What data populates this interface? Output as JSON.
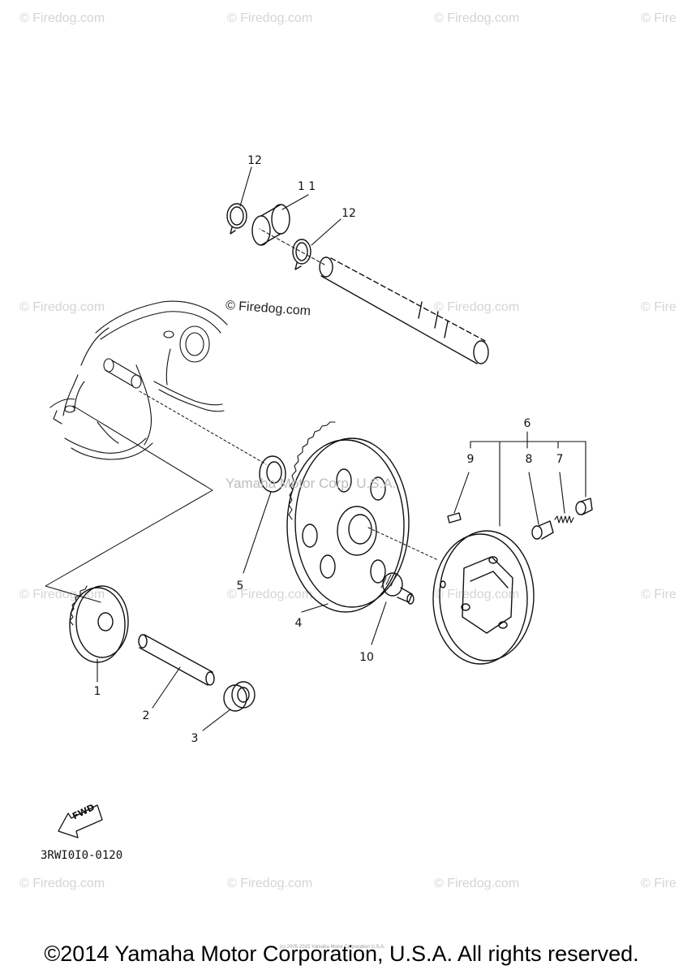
{
  "watermarks": {
    "text": "© Firedog.com",
    "edge_text": "© Fire"
  },
  "diagram_labels": {
    "inline_watermark": "© Firedog.com",
    "overlay_watermark": "Yamaha Motor Corp. U.S.A."
  },
  "callouts": [
    {
      "id": "1",
      "label": "1"
    },
    {
      "id": "2",
      "label": "2"
    },
    {
      "id": "3",
      "label": "3"
    },
    {
      "id": "4",
      "label": "4"
    },
    {
      "id": "5",
      "label": "5"
    },
    {
      "id": "6",
      "label": "6"
    },
    {
      "id": "7",
      "label": "7"
    },
    {
      "id": "8",
      "label": "8"
    },
    {
      "id": "9",
      "label": "9"
    },
    {
      "id": "10",
      "label": "10"
    },
    {
      "id": "11",
      "label": "1 1"
    },
    {
      "id": "12a",
      "label": "12"
    },
    {
      "id": "12b",
      "label": "12"
    }
  ],
  "fwd_label": "FWD",
  "diagram_code": "3RWI0I0-0120",
  "fine_print": "(c) 2005-2015 Yamaha Motor Corporation U.S.A.",
  "footer": "©2014 Yamaha Motor Corporation, U.S.A. All rights reserved.",
  "colors": {
    "line": "#111111",
    "watermark": "#d4d4d4"
  }
}
